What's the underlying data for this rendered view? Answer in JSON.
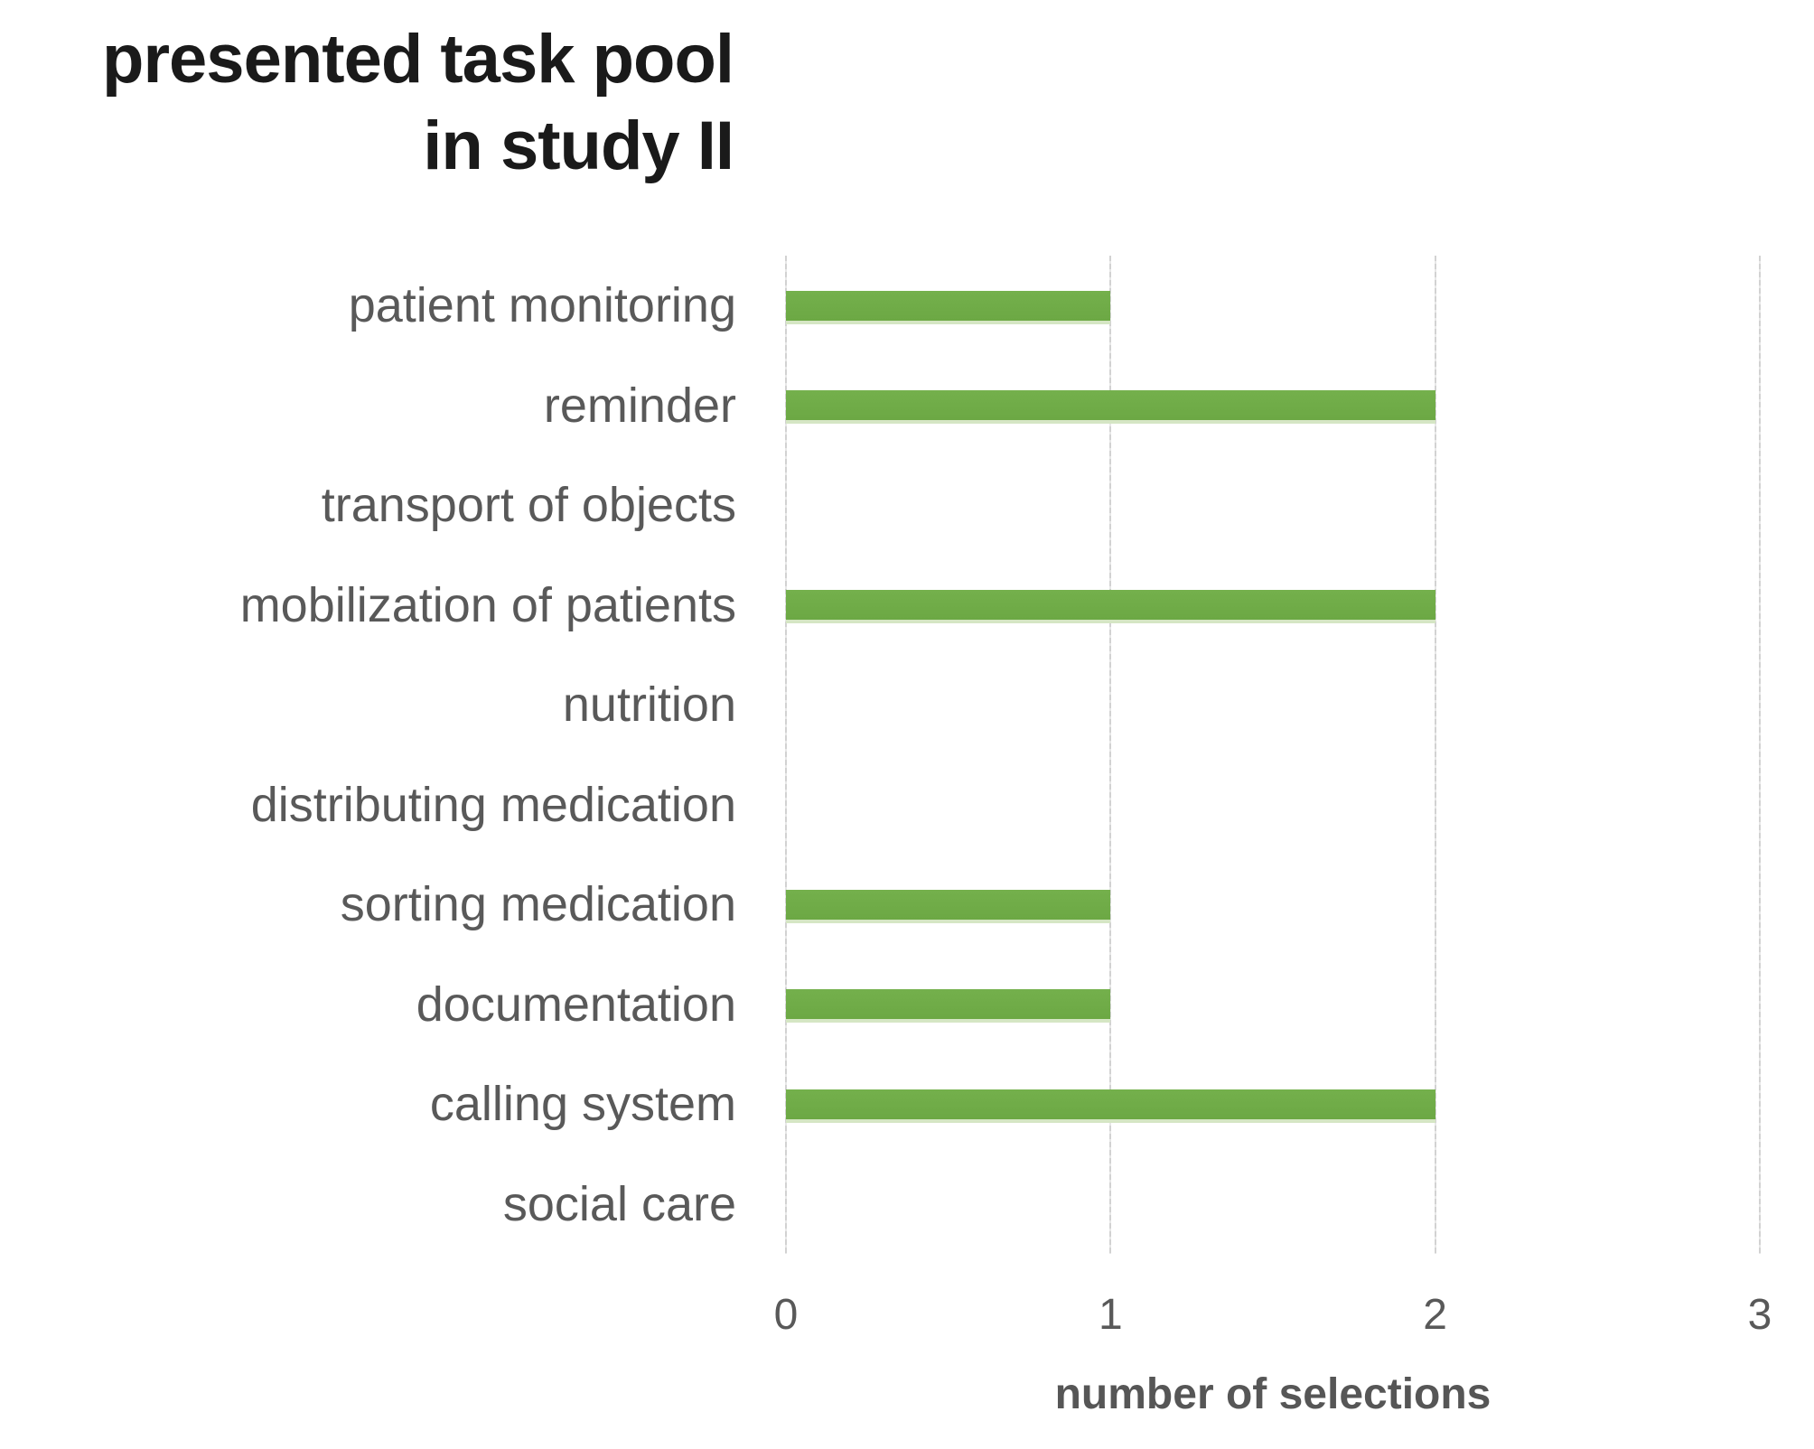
{
  "chart_data": {
    "type": "bar",
    "orientation": "horizontal",
    "title_lines": [
      "presented task pool",
      "in study II"
    ],
    "categories": [
      "patient monitoring",
      "reminder",
      "transport of objects",
      "mobilization of patients",
      "nutrition",
      "distributing medication",
      "sorting medication",
      "documentation",
      "calling system",
      "social care"
    ],
    "values": [
      1,
      2,
      0,
      2,
      0,
      0,
      1,
      1,
      2,
      0
    ],
    "xlabel": "number of selections",
    "xticks": [
      "0",
      "1",
      "2",
      "3"
    ],
    "xlim": [
      0,
      3
    ],
    "grid": "vertical-gridlines-at-ticks",
    "legend": "none",
    "colors": {
      "bar": "#70ad47",
      "gridline": "#d2d2d2",
      "category_label": "#595959",
      "tick_label": "#595959",
      "axis_title": "#565656",
      "title": "#1a1a1a",
      "background": "#ffffff"
    }
  }
}
